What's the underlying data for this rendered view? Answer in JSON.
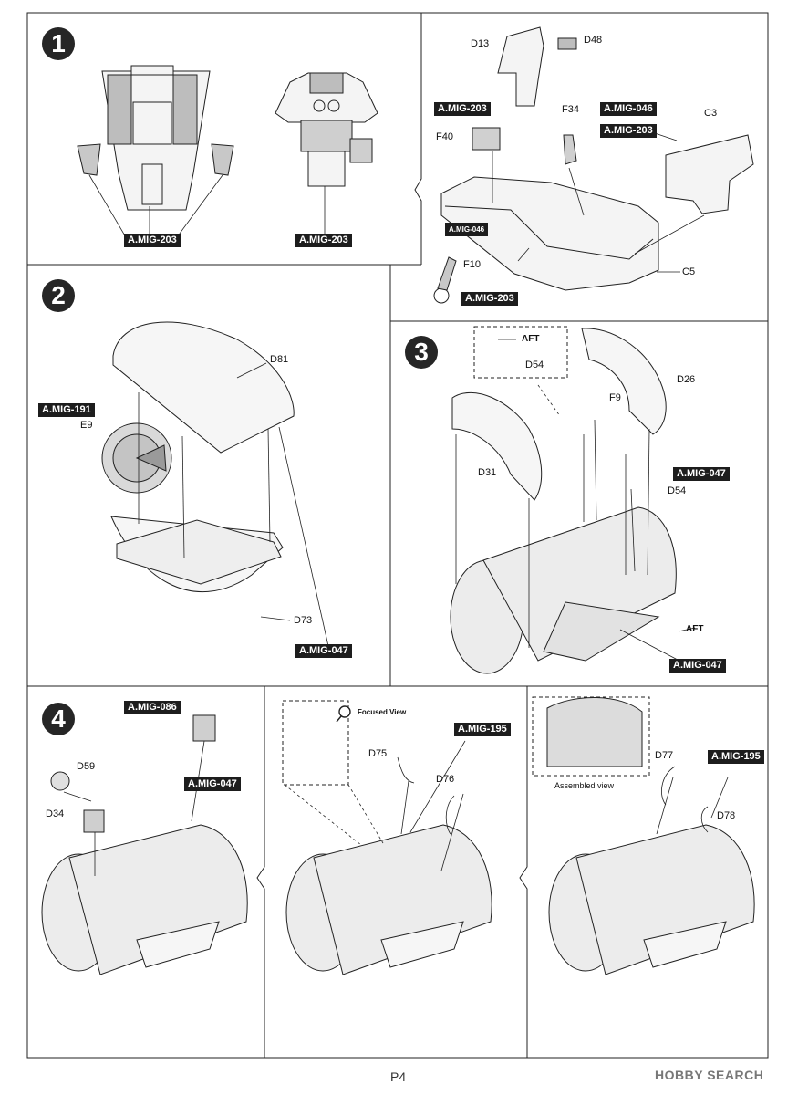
{
  "page": {
    "number": "P4",
    "watermark": "HOBBY SEARCH"
  },
  "steps": [
    {
      "number": "1"
    },
    {
      "number": "2"
    },
    {
      "number": "3"
    },
    {
      "number": "4"
    }
  ],
  "step1": {
    "left_tags": [
      "A.MIG-203",
      "A.MIG-203"
    ],
    "parts": {
      "d13": "D13",
      "d48": "D48",
      "f34": "F34",
      "c3": "C3",
      "f40": "F40",
      "f10": "F10",
      "c5": "C5"
    },
    "tags": {
      "mig203_a": "A.MIG-203",
      "mig046_a": "A.MIG-046",
      "mig203_b": "A.MIG-203",
      "mig046_b": "A.MIG-046",
      "mig203_c": "A.MIG-203"
    }
  },
  "step2": {
    "parts": {
      "d81": "D81",
      "e9": "E9",
      "d73": "D73"
    },
    "tags": {
      "mig191": "A.MIG-191",
      "mig047": "A.MIG-047"
    }
  },
  "step3": {
    "inset": {
      "aft": "AFT",
      "part": "D54"
    },
    "parts": {
      "d26": "D26",
      "f9": "F9",
      "d31": "D31",
      "d54": "D54"
    },
    "tags": {
      "mig047_a": "A.MIG-047",
      "mig047_b": "A.MIG-047"
    },
    "aft": "AFT"
  },
  "step4": {
    "parts": {
      "d59": "D59",
      "d34": "D34",
      "d75": "D75",
      "d76": "D76",
      "d77": "D77",
      "d78": "D78"
    },
    "tags": {
      "mig086": "A.MIG-086",
      "mig047": "A.MIG-047",
      "mig195_a": "A.MIG-195",
      "mig195_b": "A.MIG-195"
    },
    "focused_view": "Focused View",
    "assembled_view": "Assembled view"
  }
}
